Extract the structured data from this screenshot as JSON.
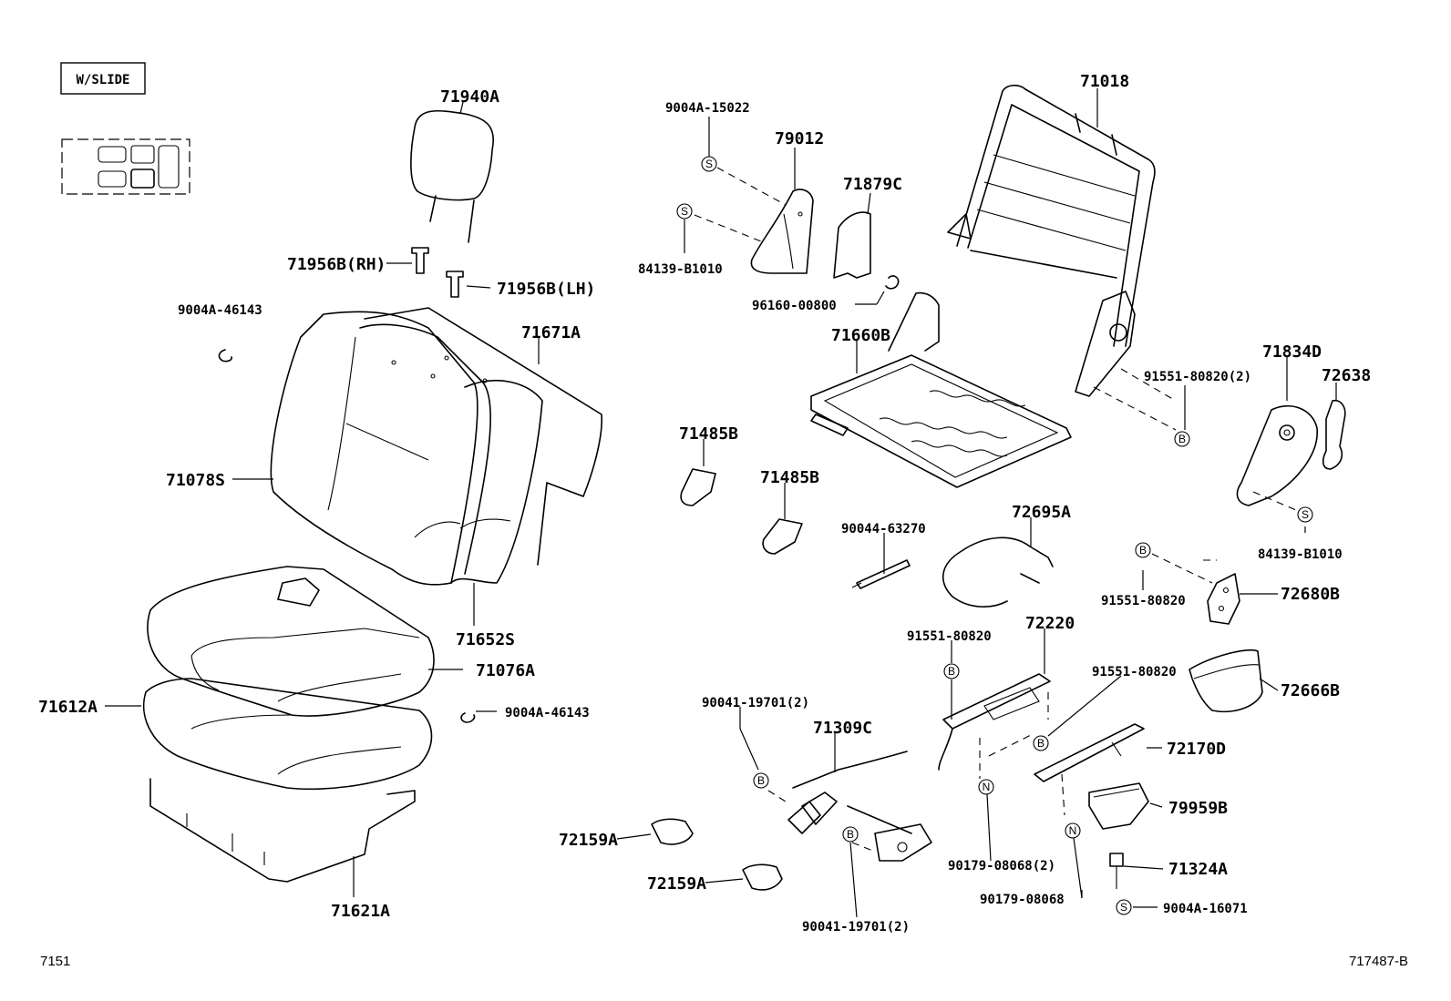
{
  "badge": "W/SLIDE",
  "footer_left": "7151",
  "footer_right": "717487-B",
  "markers": {
    "S": "S",
    "B": "B",
    "N": "N"
  },
  "labels": {
    "p71940A": "71940A",
    "p71956B_RH": "71956B(RH)",
    "p71956B_LH": "71956B(LH)",
    "p9004A_46143_a": "9004A-46143",
    "p71671A": "71671A",
    "p71078S": "71078S",
    "p71652S": "71652S",
    "p71076A": "71076A",
    "p71612A": "71612A",
    "p9004A_46143_b": "9004A-46143",
    "p71621A": "71621A",
    "p9004A_15022": "9004A-15022",
    "p79012": "79012",
    "p84139_B1010_a": "84139-B1010",
    "p71879C": "71879C",
    "p96160_00800": "96160-00800",
    "p71018": "71018",
    "p71660B": "71660B",
    "p91551_80820_2": "91551-80820(2)",
    "p71834D": "71834D",
    "p72638": "72638",
    "p84139_B1010_b": "84139-B1010",
    "p71485B_a": "71485B",
    "p71485B_b": "71485B",
    "p90044_63270": "90044-63270",
    "p72695A": "72695A",
    "p91551_80820_a": "91551-80820",
    "p72680B": "72680B",
    "p91551_80820_b": "91551-80820",
    "p72220": "72220",
    "p91551_80820_c": "91551-80820",
    "p72666B": "72666B",
    "p90041_19701_a": "90041-19701(2)",
    "p71309C": "71309C",
    "p72170D": "72170D",
    "p79959B": "79959B",
    "p72159A_a": "72159A",
    "p72159A_b": "72159A",
    "p90179_08068_2": "90179-08068(2)",
    "p71324A": "71324A",
    "p90179_08068": "90179-08068",
    "p9004A_16071": "9004A-16071",
    "p90041_19701_b": "90041-19701(2)"
  }
}
